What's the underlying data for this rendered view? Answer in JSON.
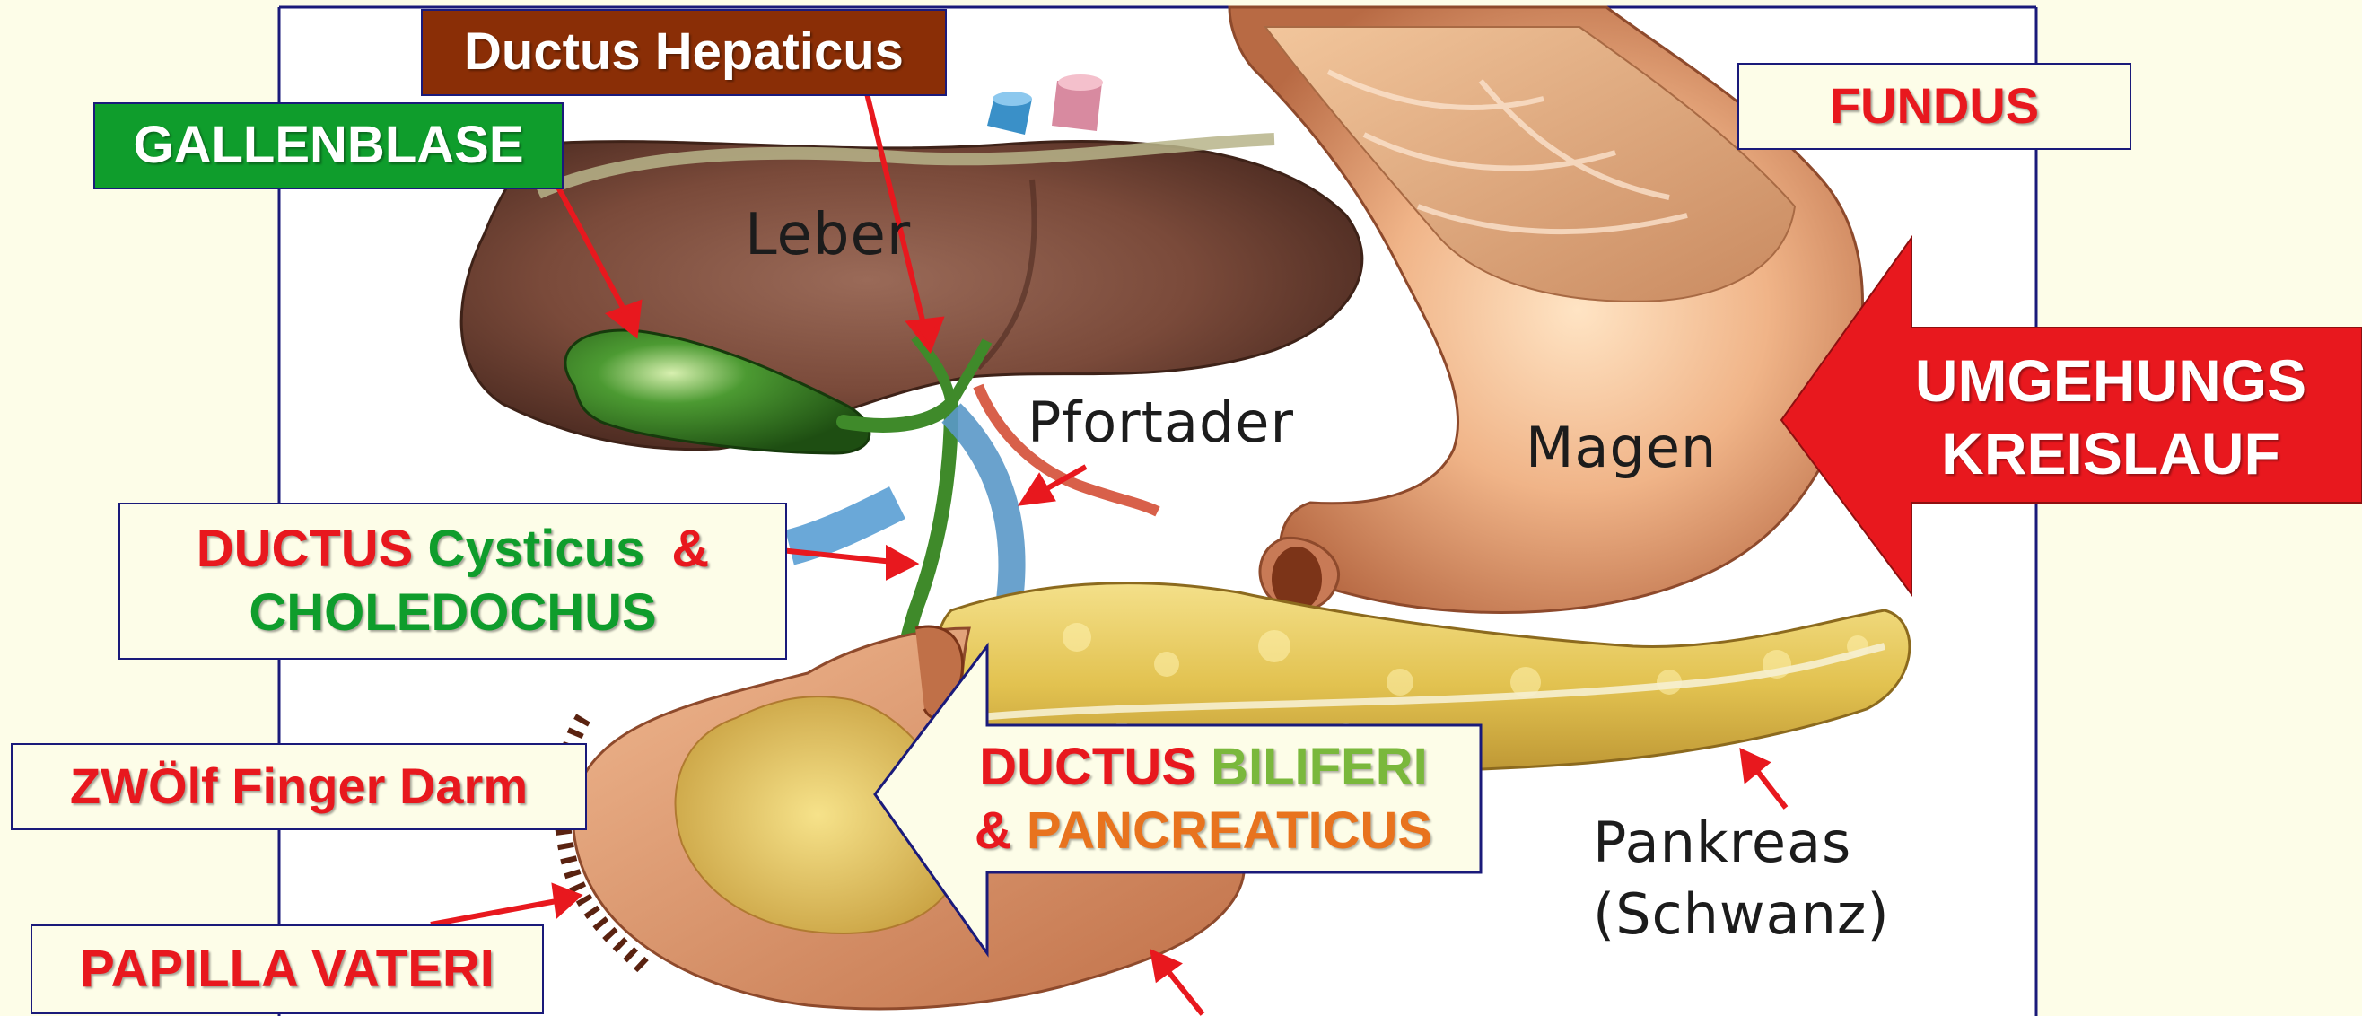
{
  "colors": {
    "background": "#fdfde8",
    "frame": "#1a1a7a",
    "red": "#e8181e",
    "green": "#0f9d2c",
    "light_green": "#7ab83c",
    "orange": "#e8731e",
    "brown": "#8a2e06",
    "text_dark": "#1c1c1c"
  },
  "labels": {
    "ductus_hepaticus": "Ductus Hepaticus",
    "gallenblase": "GALLENBLASE",
    "fundus": "FUNDUS",
    "umgehungs_line1": "UMGEHUNGS",
    "umgehungs_line2": "KREISLAUF",
    "cysticus_ductus": "DUCTUS",
    "cysticus_name": "Cysticus",
    "cysticus_amp": "&",
    "choledochus": "CHOLEDOCHUS",
    "zwoelf": "ZWÖlf Finger Darm",
    "papilla": "PAPILLA VATERI",
    "biliferi_ductus": "DUCTUS",
    "biliferi_name": "BILIFERI",
    "pancreaticus_amp": "&",
    "pancreaticus_name": "PANCREATICUS"
  },
  "anatomy_text": {
    "leber": "Leber",
    "pfortader": "Pfortader",
    "magen": "Magen",
    "pankreas_line1": "Pankreas",
    "pankreas_line2": "(Schwanz)"
  }
}
